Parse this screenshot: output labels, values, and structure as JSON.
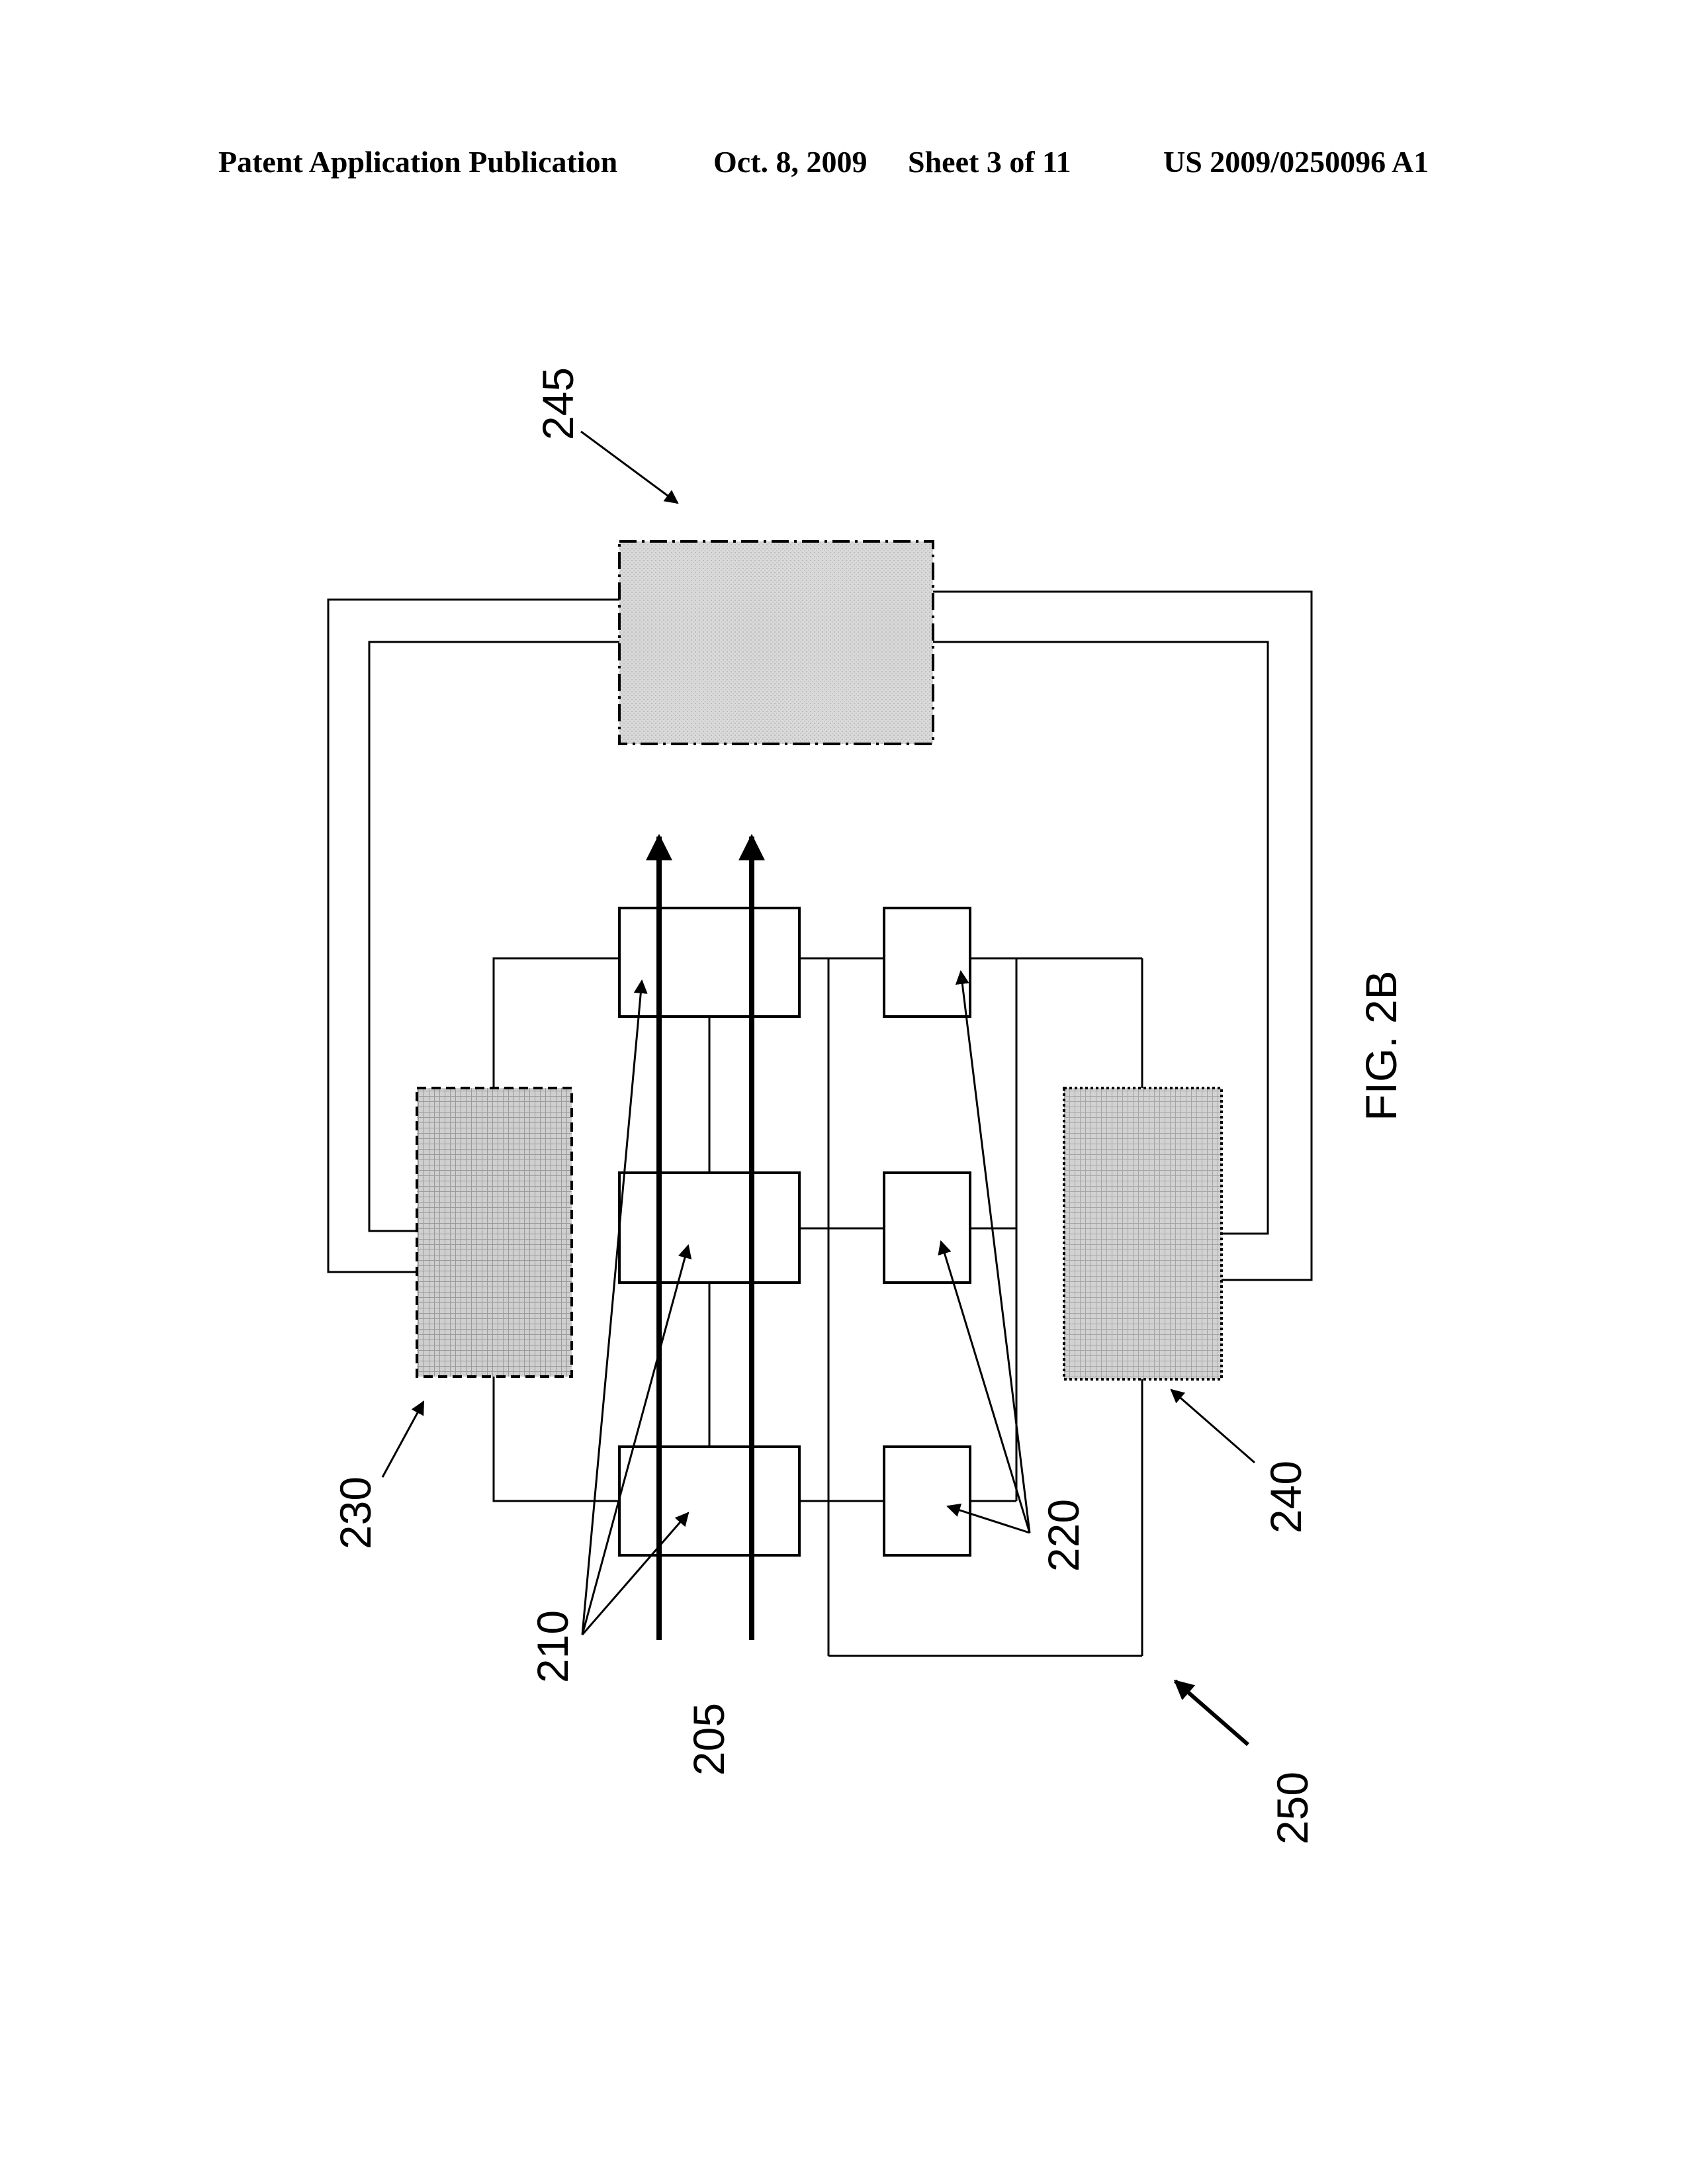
{
  "header": {
    "publication": "Patent Application Publication",
    "date": "Oct. 8, 2009",
    "sheet": "Sheet 3 of 11",
    "number": "US 2009/0250096 A1"
  },
  "figure": {
    "caption": "FIG. 2B",
    "labels": {
      "r205": "205",
      "r210": "210",
      "r220": "220",
      "r230": "230",
      "r240": "240",
      "r245": "245",
      "r250": "250"
    }
  },
  "colors": {
    "line": "#000000",
    "fill_245": "#d9d9d9",
    "fill_230": "#bdbdbd",
    "fill_240": "#c4c4c4"
  }
}
